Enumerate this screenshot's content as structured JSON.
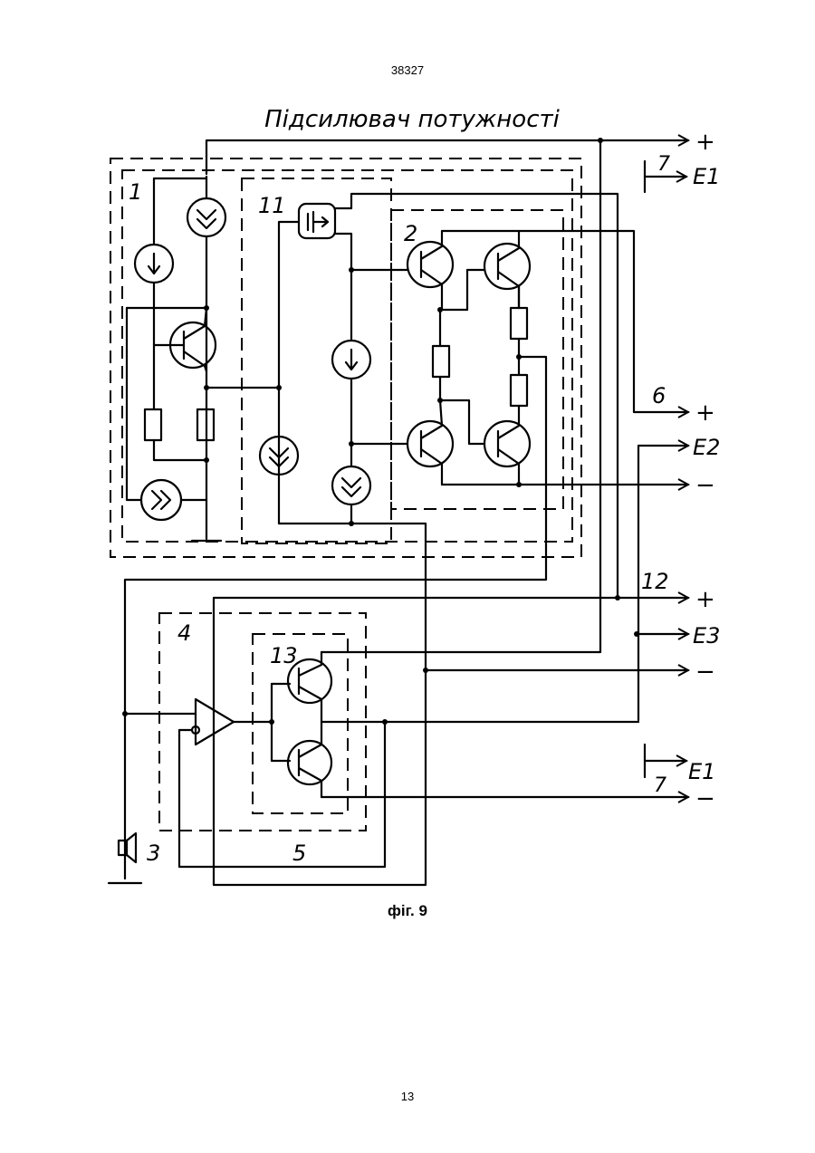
{
  "header": {
    "doc_number": "38327"
  },
  "figure": {
    "title": "Підсилювач потужності",
    "caption": "фіг. 9",
    "block_labels": {
      "b1": "1",
      "b2": "2",
      "b3": "3",
      "b4": "4",
      "b5": "5",
      "b11": "11",
      "b13": "13"
    },
    "terminals": {
      "plus_top": "+",
      "e1_top_num": "7",
      "e1_top": "E1",
      "t6_num": "6",
      "t6_plus": "+",
      "e2": "E2",
      "minus_mid": "−",
      "t12_num": "12",
      "t12_plus": "+",
      "e3": "E3",
      "minus_low": "−",
      "e1_bot": "E1",
      "e1_bot_num": "7",
      "minus_bot": "−"
    }
  },
  "footer": {
    "page_number": "13"
  }
}
